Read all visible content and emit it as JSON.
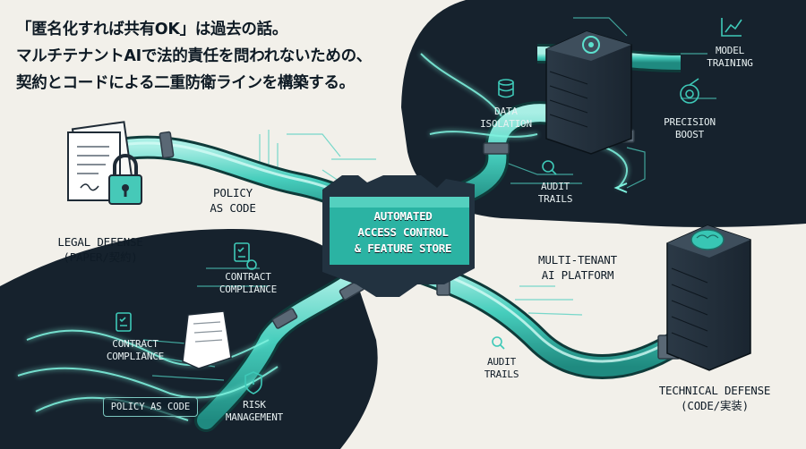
{
  "headline": {
    "line1": "「匿名化すれば共有OK」は過去の話。",
    "line2": "マルチテナントAIで法的責任を問われないための、",
    "line3": "契約とコードによる二重防衛ラインを構築する。"
  },
  "hub": {
    "line1": "AUTOMATED",
    "line2": "ACCESS CONTROL",
    "line3": "& FEATURE STORE"
  },
  "labels": {
    "legal_defense": {
      "line1": "LEGAL DEFENSE",
      "line2": "(PAPER/契約)"
    },
    "policy_as_code_top": {
      "line1": "POLICY",
      "line2": "AS CODE"
    },
    "contract_compliance_a": {
      "line1": "CONTRACT",
      "line2": "COMPLIANCE"
    },
    "contract_compliance_b": {
      "line1": "CONTRACT",
      "line2": "COMPLIANCE"
    },
    "policy_as_code_pill": "POLICY AS CODE",
    "risk_management": {
      "line1": "RISK",
      "line2": "MANAGEMENT"
    },
    "data_isolation": {
      "line1": "DATA",
      "line2": "ISOLATION"
    },
    "model_training": {
      "line1": "MODEL",
      "line2": "TRAINING"
    },
    "precision_boost": {
      "line1": "PRECISION",
      "line2": "BOOST"
    },
    "audit_trails_top": {
      "line1": "AUDIT",
      "line2": "TRAILS"
    },
    "audit_trails_bottom": {
      "line1": "AUDIT",
      "line2": "TRAILS"
    },
    "multi_tenant": {
      "line1": "MULTI-TENANT",
      "line2": "AI PLATFORM"
    },
    "technical_defense": {
      "line1": "TECHNICAL DEFENSE",
      "line2": "(CODE/実装)"
    }
  },
  "colors": {
    "background": "#f2f0ea",
    "dark_panel": "#16222d",
    "pipe_teal": "#3ec9b8",
    "pipe_highlight": "#b8f3ea",
    "text_dark": "#0f1b26",
    "hub_teal": "#2bb3a3"
  },
  "icons": [
    "document-icon",
    "padlock-icon",
    "checklist-icon",
    "shield-icon",
    "database-icon",
    "gear-icon",
    "chart-icon",
    "target-icon",
    "magnifier-icon",
    "brain-icon",
    "server-icon"
  ]
}
